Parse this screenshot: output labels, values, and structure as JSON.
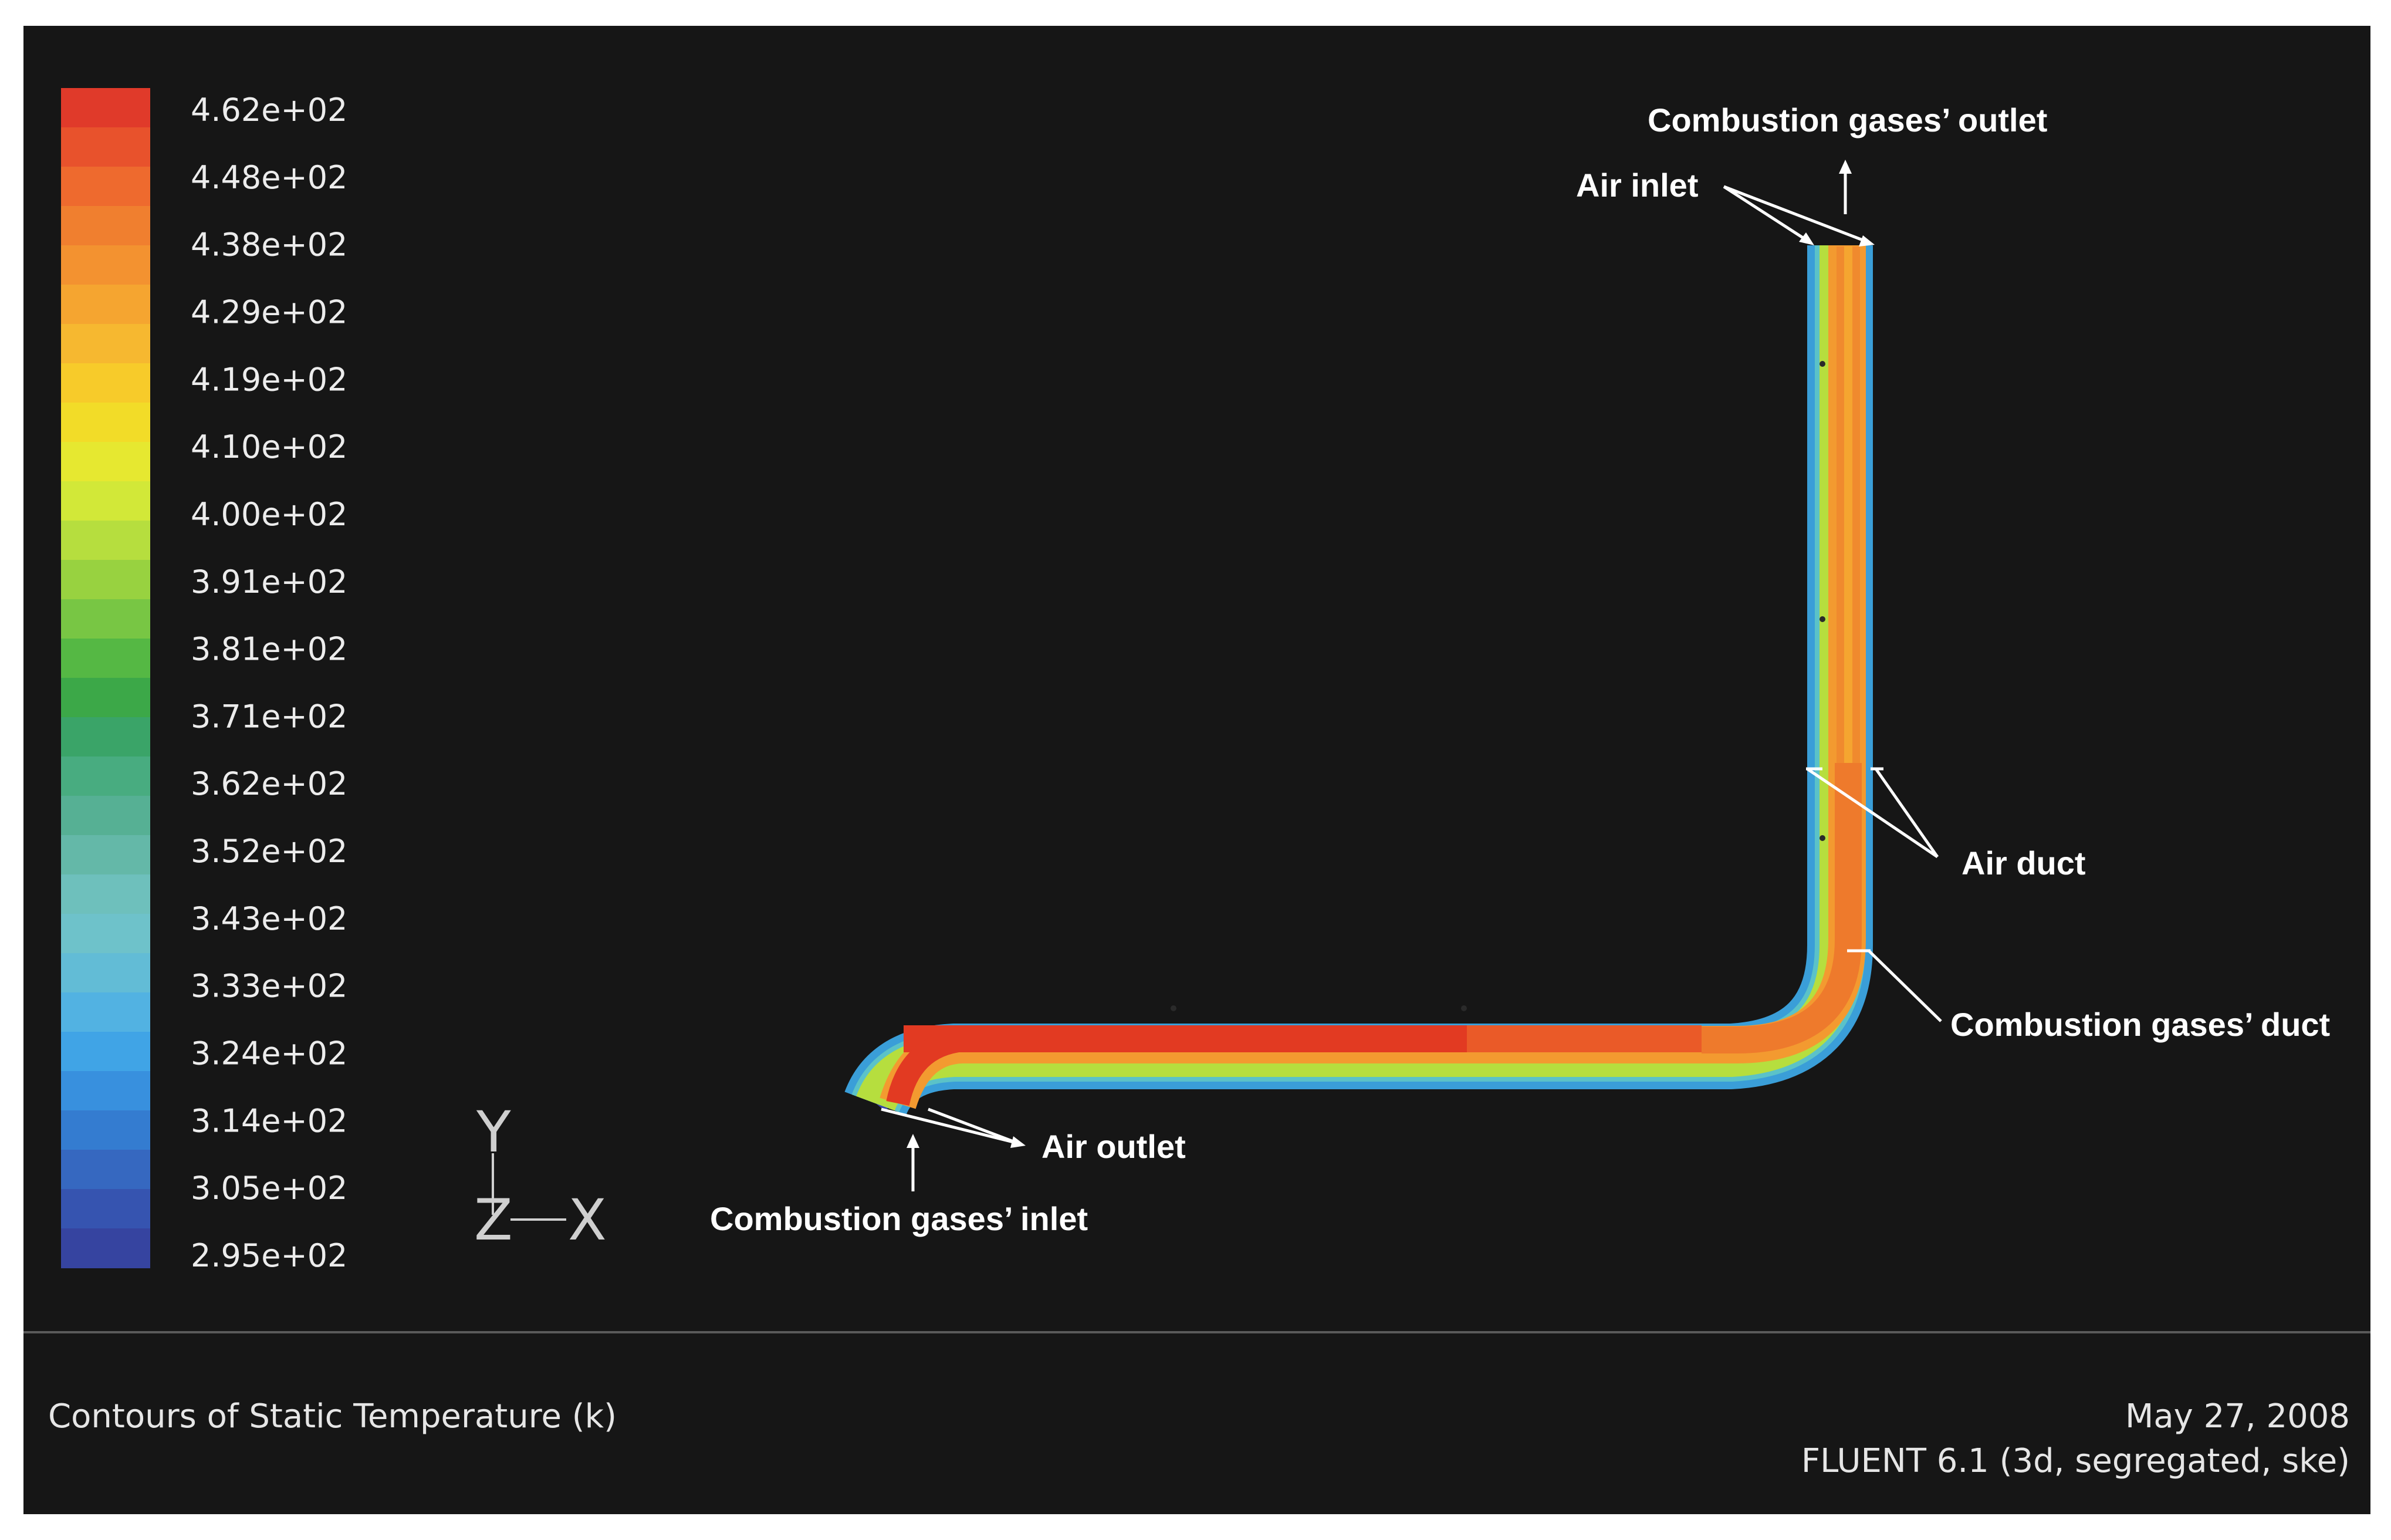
{
  "title": "Contours of Static Temperature (k)",
  "footer": {
    "date": "May 27, 2008",
    "solver": "FLUENT 6.1 (3d, segregated, ske)"
  },
  "legend": {
    "labels": [
      "4.62e+02",
      "4.48e+02",
      "4.38e+02",
      "4.29e+02",
      "4.19e+02",
      "4.10e+02",
      "4.00e+02",
      "3.91e+02",
      "3.81e+02",
      "3.71e+02",
      "3.62e+02",
      "3.52e+02",
      "3.43e+02",
      "3.33e+02",
      "3.24e+02",
      "3.14e+02",
      "3.05e+02",
      "2.95e+02"
    ],
    "colors_top_to_bottom": [
      "#e03a2a",
      "#e8522c",
      "#ee6a2e",
      "#f07f2f",
      "#f39230",
      "#f5a530",
      "#f6b830",
      "#f7cb2a",
      "#f2dc28",
      "#e6e830",
      "#d2e838",
      "#b6de3e",
      "#98d240",
      "#78c644",
      "#55b844",
      "#3ca848",
      "#3aa468",
      "#48ac80",
      "#56b094",
      "#64b8a8",
      "#6ec0bc",
      "#6ec2ca",
      "#62bcd6",
      "#52b2e2",
      "#40a4e6",
      "#3890de",
      "#347cd0",
      "#3668c0",
      "#3654b0",
      "#3644a0"
    ]
  },
  "axes_triad": {
    "y": "Y",
    "z": "Z",
    "x": "X"
  },
  "annotations": {
    "combustion_outlet": "Combustion gases’ outlet",
    "air_inlet": "Air inlet",
    "air_duct": "Air duct",
    "combustion_duct": "Combustion gases’ duct",
    "air_outlet": "Air outlet",
    "combustion_inlet": "Combustion gases’ inlet"
  }
}
